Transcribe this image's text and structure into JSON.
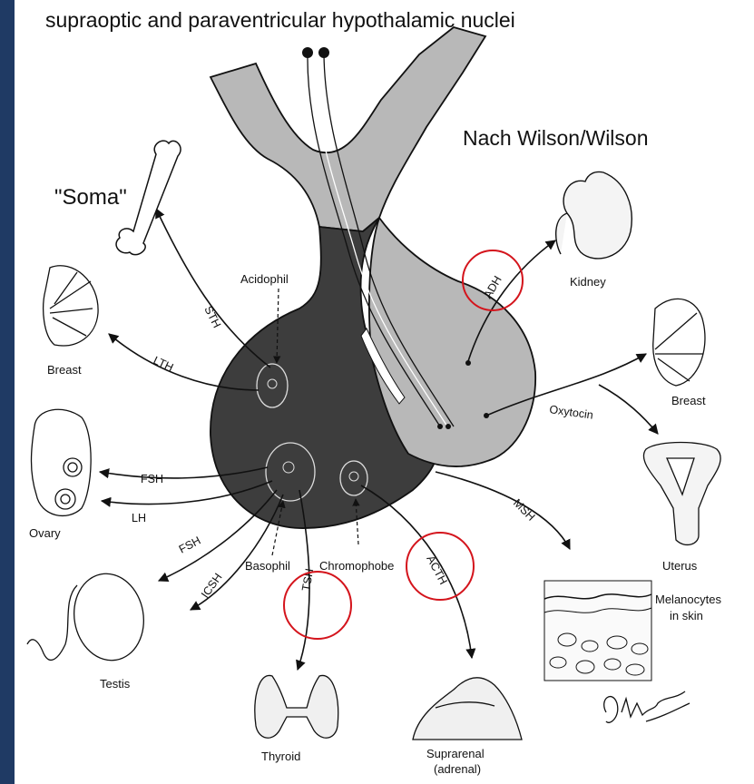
{
  "colors": {
    "frame": "#1f3a64",
    "anterior_lobe": "#3d3d3d",
    "posterior_lobe": "#b8b8b8",
    "highlight_circle": "#d4141c"
  },
  "title": "supraoptic and paraventricular hypothalamic nuclei",
  "credit": "Nach Wilson/Wilson",
  "targets": {
    "soma": "\"Soma\"",
    "breast_left": "Breast",
    "ovary": "Ovary",
    "testis": "Testis",
    "thyroid": "Thyroid",
    "suprarenal": "Suprarenal",
    "adrenal": "(adrenal)",
    "kidney": "Kidney",
    "breast_right": "Breast",
    "uterus": "Uterus",
    "melanocytes_line1": "Melanocytes",
    "melanocytes_line2": "in skin"
  },
  "cells": {
    "acidophil": "Acidophil",
    "basophil": "Basophil",
    "chromophobe": "Chromophobe"
  },
  "hormones": {
    "sth": "STH",
    "lth": "LTH",
    "fsh_ovary": "FSH",
    "lh": "LH",
    "fsh_testis": "FSH",
    "icsh": "ICSH",
    "tsh": "TSH",
    "acth": "ACTH",
    "msh": "MSH",
    "adh": "ADH",
    "oxytocin": "Oxytocin"
  }
}
